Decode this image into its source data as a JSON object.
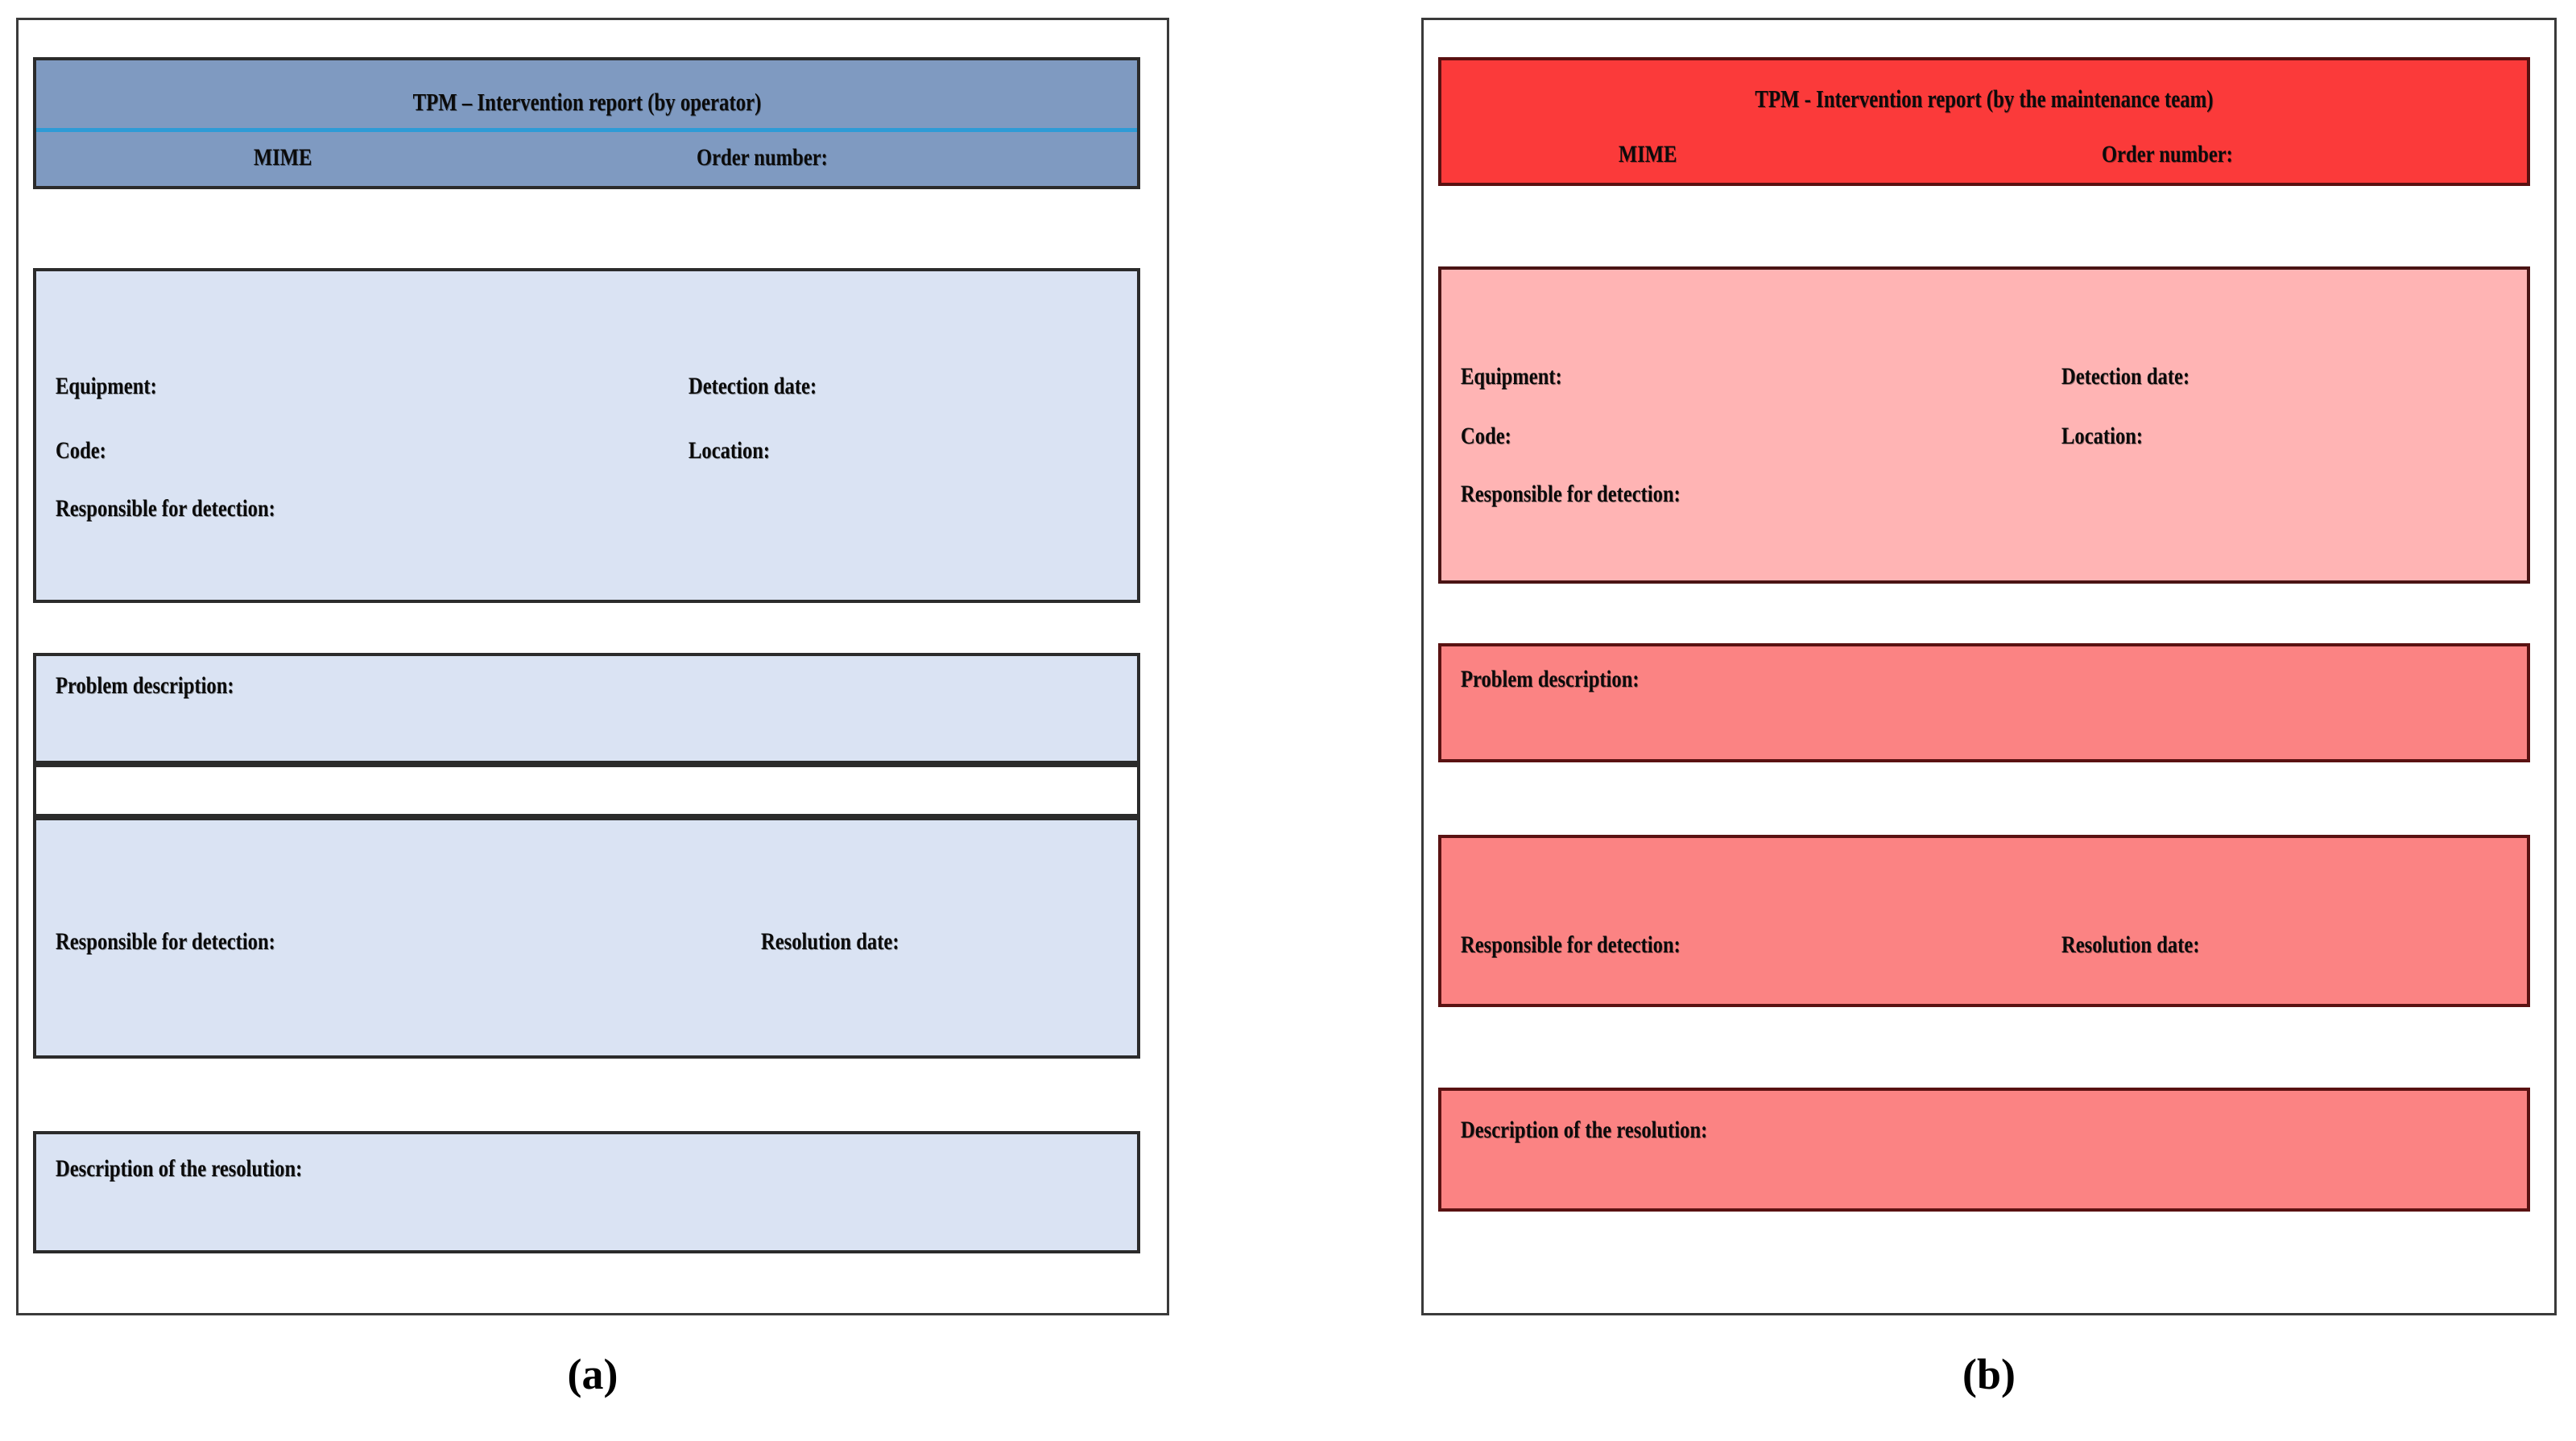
{
  "figure": {
    "panels": [
      {
        "id": "a",
        "caption": "(a)",
        "theme": {
          "header_bg": "#7f9ac1",
          "body_bg": "#dae3f3",
          "divider": "#2e9bd6",
          "border": "#2b2b2b"
        },
        "header": {
          "title": "TPM – Intervention report (by operator)",
          "system_label": "MIME",
          "order_label": "Order number:"
        },
        "details": {
          "equipment_label": "Equipment:",
          "detection_date_label": "Detection date:",
          "code_label": "Code:",
          "location_label": "Location:",
          "responsible_label": "Responsible for detection:"
        },
        "problem": {
          "label": "Problem description:"
        },
        "spacer": {
          "label": ""
        },
        "responsible": {
          "responsible_label": "Responsible for detection:",
          "resolution_date_label": "Resolution date:"
        },
        "resolution": {
          "label": "Description of the resolution:"
        }
      },
      {
        "id": "b",
        "caption": "(b)",
        "theme": {
          "header_bg": "#fb3a3a",
          "details_bg": "#ffb4b4",
          "body_bg": "#fb8383",
          "border": "#4a1414"
        },
        "header": {
          "title": "TPM - Intervention report (by the maintenance team)",
          "system_label": "MIME",
          "order_label": "Order number:"
        },
        "details": {
          "equipment_label": "Equipment:",
          "detection_date_label": "Detection date:",
          "code_label": "Code:",
          "location_label": "Location:",
          "responsible_label": "Responsible for detection:"
        },
        "problem": {
          "label": "Problem description:"
        },
        "responsible": {
          "responsible_label": "Responsible for detection:",
          "resolution_date_label": "Resolution date:"
        },
        "resolution": {
          "label": "Description of the resolution:"
        }
      }
    ]
  }
}
